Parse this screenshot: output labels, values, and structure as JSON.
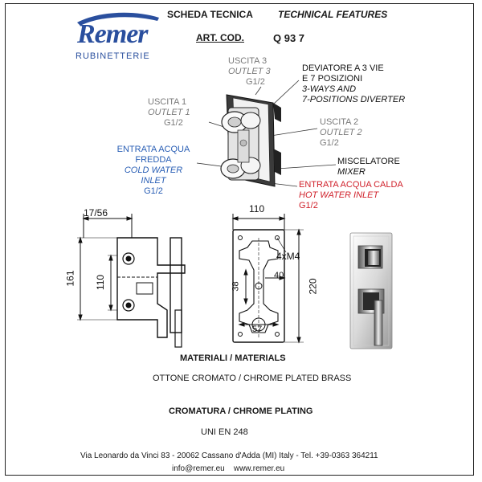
{
  "header": {
    "logo_name": "Remer",
    "logo_sub": "RUBINETTERIE",
    "title_it": "SCHEDA TECNICA",
    "title_en": "TECHNICAL FEATURES",
    "art_label": "ART. COD.",
    "art_code": "Q 93 7"
  },
  "labels": {
    "outlet3": [
      "USCITA 3",
      "OUTLET 3",
      "G1/2"
    ],
    "diverter": [
      "DEVIATORE A 3 VIE",
      "E 7 POSIZIONI",
      "3-WAYS AND",
      "7-POSITIONS DIVERTER"
    ],
    "outlet1": [
      "USCITA 1",
      "OUTLET 1",
      "G1/2"
    ],
    "outlet2": [
      "USCITA 2",
      "OUTLET 2",
      "G1/2"
    ],
    "cold_inlet": [
      "ENTRATA ACQUA",
      "FREDDA",
      "COLD WATER",
      "INLET",
      "G1/2"
    ],
    "mixer": [
      "MISCELATORE",
      "MIXER"
    ],
    "hot_inlet": [
      "ENTRATA ACQUA CALDA",
      "HOT WATER INLET",
      "G1/2"
    ]
  },
  "dimensions": {
    "side_top": "17/56",
    "side_h1": "161",
    "side_h2": "110",
    "front_width": "110",
    "screws": "4xM4",
    "d40": "40",
    "d38": "38",
    "d57": "57",
    "d220": "220"
  },
  "materials": {
    "heading": "MATERIALI / MATERIALS",
    "value": "OTTONE CROMATO / CHROME PLATED BRASS",
    "plating_heading": "CROMATURA / CHROME PLATING",
    "plating_value": "UNI EN 248"
  },
  "footer": {
    "address": "Via Leonardo da Vinci 83 - 20062 Cassano d'Adda (MI) Italy - Tel. +39-0363 364211",
    "contact": "info@remer.eu    www.remer.eu"
  },
  "colors": {
    "brand": "#2a4f9e",
    "cold": "#2a5fb5",
    "hot": "#d0202a"
  }
}
